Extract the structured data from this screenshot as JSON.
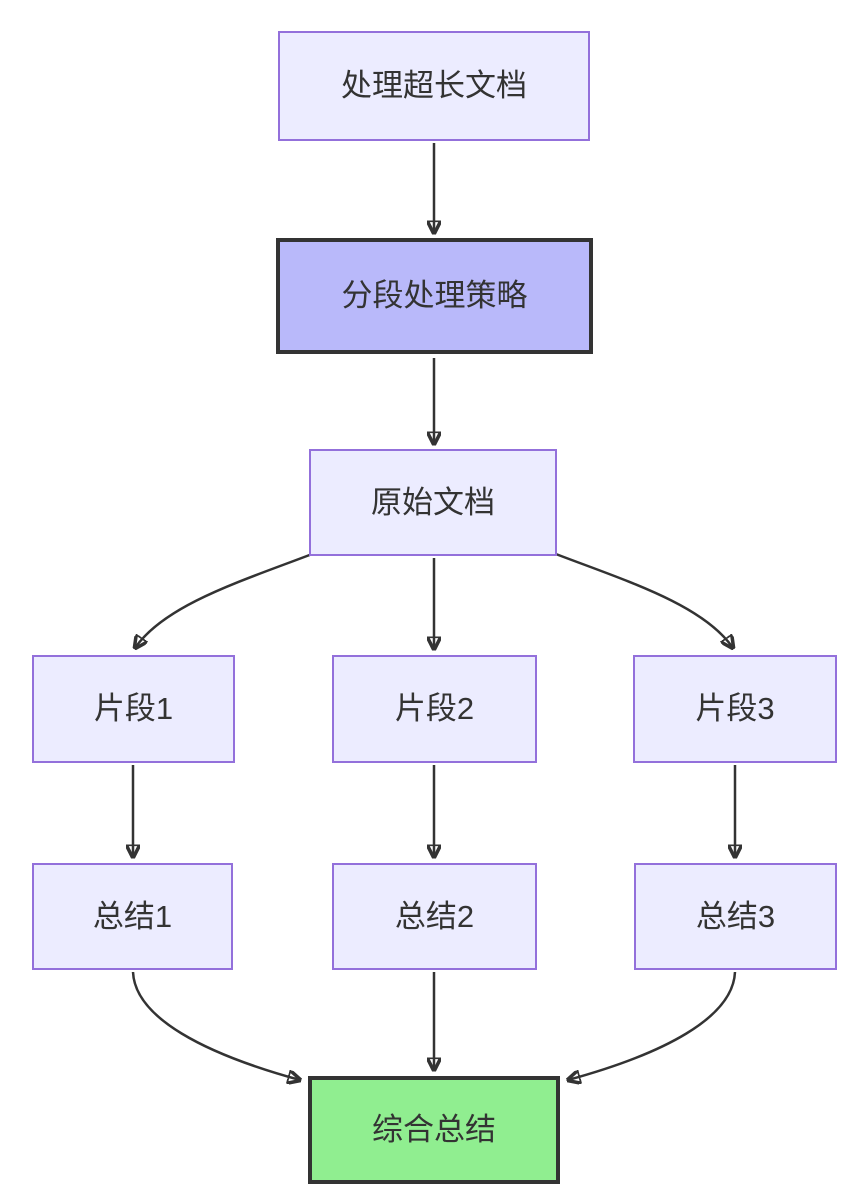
{
  "diagram": {
    "type": "flowchart",
    "direction": "top-down",
    "nodes": {
      "root": {
        "label": "处理超长文档",
        "style": "default"
      },
      "strategy": {
        "label": "分段处理策略",
        "style": "emphasis"
      },
      "original": {
        "label": "原始文档",
        "style": "default"
      },
      "fragment1": {
        "label": "片段1",
        "style": "default"
      },
      "fragment2": {
        "label": "片段2",
        "style": "default"
      },
      "fragment3": {
        "label": "片段3",
        "style": "default"
      },
      "summary1": {
        "label": "总结1",
        "style": "default"
      },
      "summary2": {
        "label": "总结2",
        "style": "default"
      },
      "summary3": {
        "label": "总结3",
        "style": "default"
      },
      "final": {
        "label": "综合总结",
        "style": "success"
      }
    },
    "edges": [
      {
        "from": "处理超长文档",
        "to": "分段处理策略"
      },
      {
        "from": "分段处理策略",
        "to": "原始文档"
      },
      {
        "from": "原始文档",
        "to": "片段1"
      },
      {
        "from": "原始文档",
        "to": "片段2"
      },
      {
        "from": "原始文档",
        "to": "片段3"
      },
      {
        "from": "片段1",
        "to": "总结1"
      },
      {
        "from": "片段2",
        "to": "总结2"
      },
      {
        "from": "片段3",
        "to": "总结3"
      },
      {
        "from": "总结1",
        "to": "综合总结"
      },
      {
        "from": "总结2",
        "to": "综合总结"
      },
      {
        "from": "总结3",
        "to": "综合总结"
      }
    ],
    "colors": {
      "node_fill": "#ECECFF",
      "node_border": "#9370DB",
      "emphasis_fill": "#b9b9fa",
      "emphasis_border": "#333333",
      "success_fill": "#90EE90",
      "success_border": "#333333",
      "edge_stroke": "#333333",
      "text": "#333333",
      "background": "#ffffff"
    }
  }
}
